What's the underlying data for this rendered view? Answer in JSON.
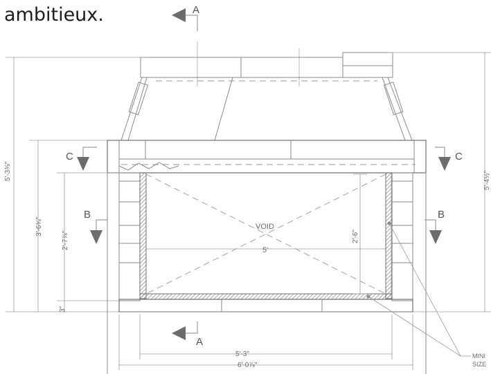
{
  "heading": "ambitieux.",
  "section_markers": {
    "a_top": "A",
    "a_bottom": "A",
    "b_left": "B",
    "b_right": "B",
    "c_left": "C",
    "c_right": "C"
  },
  "labels": {
    "void": "VOID",
    "callout": "MINI\nSIZE"
  },
  "dimensions": {
    "overall_height_left": "5'-3⅜\"",
    "overall_height_right": "5'-4½\"",
    "opening_outer_height": "3'-6¾\"",
    "opening_height": "2'-7⅞\"",
    "base_height": "3\"",
    "inner_height": "2'-6\"",
    "inner_width": "5'",
    "width_outer": "5'-3\"",
    "width_overall": "6'-0⅞\""
  },
  "colors": {
    "line": "#8a8a8a",
    "text": "#6a6a6a",
    "heading": "#1e1e1e"
  }
}
